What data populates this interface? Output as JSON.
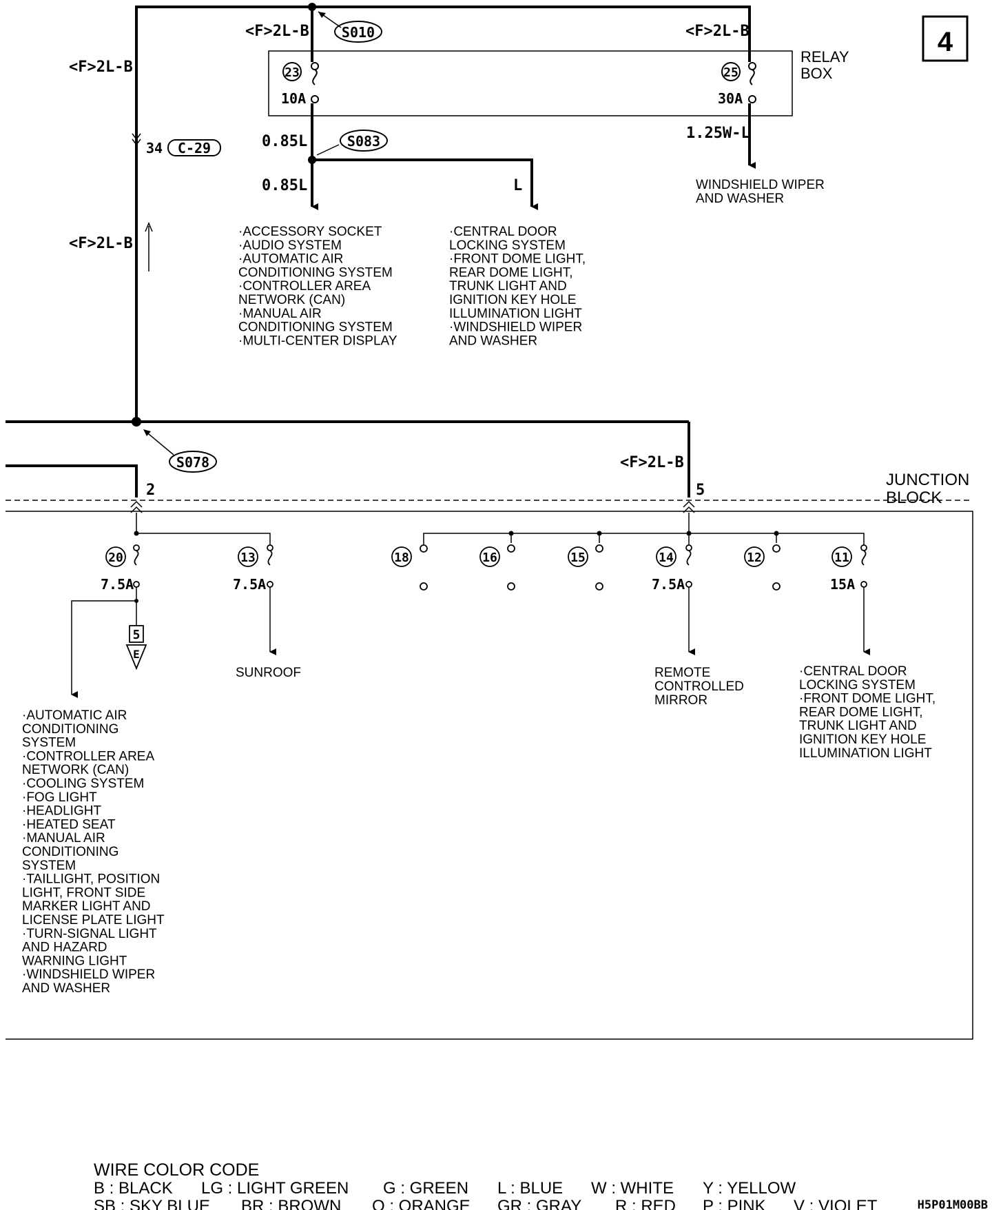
{
  "page_number": "4",
  "relay_box": {
    "label_line1": "RELAY",
    "label_line2": "BOX"
  },
  "junction_block": {
    "label_line1": "JUNCTION",
    "label_line2": "BLOCK"
  },
  "wire_labels": {
    "f2lb": "<F>2L-B",
    "w085l": "0.85L",
    "l": "L",
    "w125wl": "1.25W-L"
  },
  "splices": {
    "s010": "S010",
    "s083": "S083",
    "s078": "S078"
  },
  "connector": {
    "pin": "34",
    "id": "C-29"
  },
  "terminals": {
    "t2": "2",
    "t5": "5"
  },
  "relay_fuses": [
    {
      "number": "23",
      "rating": "10A"
    },
    {
      "number": "25",
      "rating": "30A"
    }
  ],
  "jb_fuses": [
    {
      "number": "20",
      "rating": "7.5A"
    },
    {
      "number": "13",
      "rating": "7.5A"
    },
    {
      "number": "18",
      "rating": ""
    },
    {
      "number": "16",
      "rating": ""
    },
    {
      "number": "15",
      "rating": ""
    },
    {
      "number": "14",
      "rating": "7.5A"
    },
    {
      "number": "12",
      "rating": ""
    },
    {
      "number": "11",
      "rating": "15A"
    }
  ],
  "ground_ref": {
    "number": "5",
    "letter": "E"
  },
  "destinations": {
    "wiper_relay": [
      "WINDSHIELD WIPER",
      "AND WASHER"
    ],
    "fuse23_left": [
      "·ACCESSORY SOCKET",
      "·AUDIO SYSTEM",
      "·AUTOMATIC AIR",
      " CONDITIONING SYSTEM",
      "·CONTROLLER AREA",
      " NETWORK (CAN)",
      "·MANUAL AIR",
      " CONDITIONING SYSTEM",
      "·MULTI-CENTER DISPLAY"
    ],
    "fuse23_right": [
      "·CENTRAL DOOR",
      " LOCKING SYSTEM",
      "·FRONT DOME LIGHT,",
      " REAR DOME LIGHT,",
      " TRUNK LIGHT AND",
      " IGNITION KEY HOLE",
      " ILLUMINATION LIGHT",
      "·WINDSHIELD WIPER",
      " AND WASHER"
    ],
    "sunroof": [
      "SUNROOF"
    ],
    "mirror": [
      "REMOTE",
      "CONTROLLED",
      "MIRROR"
    ],
    "fuse11": [
      "·CENTRAL DOOR",
      " LOCKING SYSTEM",
      "·FRONT DOME LIGHT,",
      " REAR DOME LIGHT,",
      " TRUNK LIGHT AND",
      " IGNITION KEY HOLE",
      " ILLUMINATION LIGHT"
    ],
    "fuse20": [
      "·AUTOMATIC AIR",
      " CONDITIONING",
      " SYSTEM",
      "·CONTROLLER AREA",
      " NETWORK (CAN)",
      "·COOLING SYSTEM",
      "·FOG LIGHT",
      "·HEADLIGHT",
      "·HEATED SEAT",
      "·MANUAL AIR",
      " CONDITIONING",
      " SYSTEM",
      "·TAILLIGHT, POSITION",
      " LIGHT, FRONT SIDE",
      " MARKER LIGHT AND",
      " LICENSE PLATE LIGHT",
      "·TURN-SIGNAL LIGHT",
      " AND HAZARD",
      " WARNING LIGHT",
      "·WINDSHIELD WIPER",
      " AND WASHER"
    ]
  },
  "legend": {
    "title": "WIRE COLOR CODE",
    "row1": [
      "B : BLACK",
      "LG : LIGHT GREEN",
      "G : GREEN",
      "L : BLUE",
      "W : WHITE",
      "Y : YELLOW"
    ],
    "row2": [
      "SB : SKY BLUE",
      "BR : BROWN",
      "O : ORANGE",
      "GR : GRAY",
      "R : RED",
      "P : PINK",
      "V : VIOLET"
    ]
  },
  "figure_code": "H5P01M00BB"
}
